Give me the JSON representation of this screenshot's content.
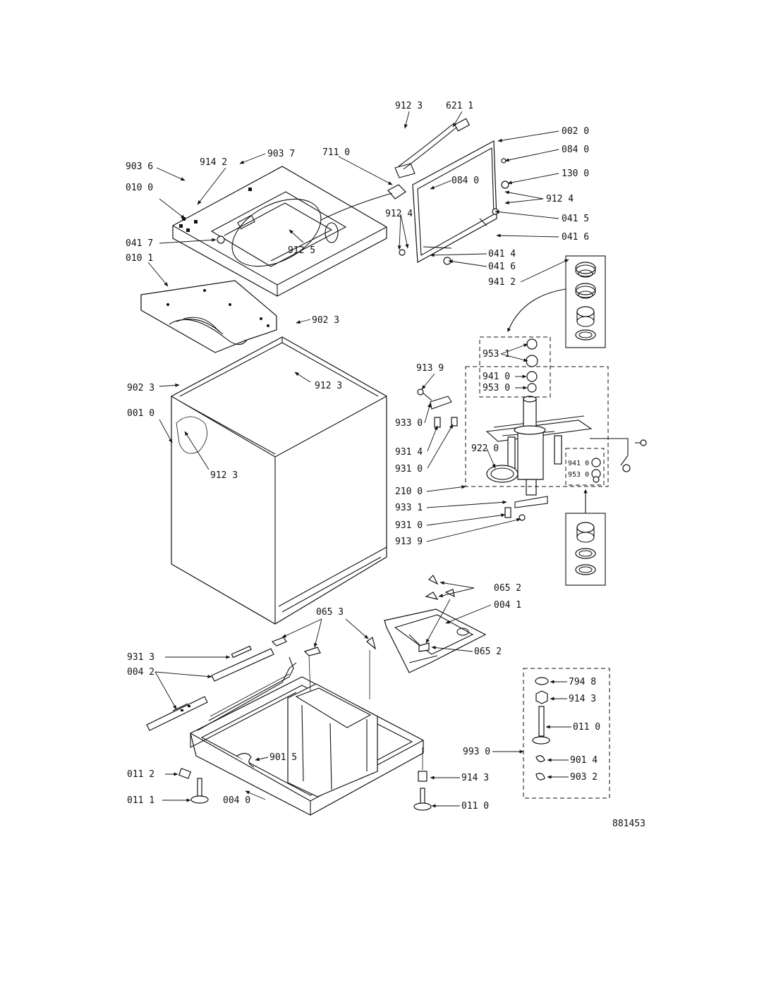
{
  "drawing_number": "881453",
  "labels": {
    "l_912_3a": "912 3",
    "l_621_1": "621 1",
    "l_002_0": "002 0",
    "l_084_0a": "084 0",
    "l_084_0b": "084 0",
    "l_130_0": "130 0",
    "l_912_4a": "912 4",
    "l_912_4b": "912 4",
    "l_041_5": "041 5",
    "l_041_6a": "041 6",
    "l_041_4": "041 4",
    "l_041_6b": "041 6",
    "l_711_0": "711 0",
    "l_903_7": "903 7",
    "l_914_2": "914 2",
    "l_903_6": "903 6",
    "l_010_0": "010 0",
    "l_041_7": "041 7",
    "l_912_5": "912 5",
    "l_010_1": "010 1",
    "l_941_2": "941 2",
    "l_902_3a": "902 3",
    "l_912_3b": "912 3",
    "l_902_3b": "902 3",
    "l_001_0": "001 0",
    "l_912_3c": "912 3",
    "l_953_1": "953 1",
    "l_941_0a": "941 0",
    "l_953_0a": "953 0",
    "l_913_9a": "913 9",
    "l_933_0": "933 0",
    "l_931_4": "931 4",
    "l_931_0a": "931 0",
    "l_922_0": "922 0",
    "l_941_0b": "941 0",
    "l_953_0b": "953 0",
    "l_210_0": "210 0",
    "l_933_1": "933 1",
    "l_931_0b": "931 0",
    "l_913_9b": "913 9",
    "l_065_2a": "065 2",
    "l_004_1": "004 1",
    "l_065_3": "065 3",
    "l_065_2b": "065 2",
    "l_931_3": "931 3",
    "l_004_2": "004 2",
    "l_794_8": "794 8",
    "l_914_3a": "914 3",
    "l_011_0a": "011 0",
    "l_993_0": "993 0",
    "l_901_4": "901 4",
    "l_903_2": "903 2",
    "l_901_5": "901 5",
    "l_011_2": "011 2",
    "l_914_3b": "914 3",
    "l_011_1": "011 1",
    "l_004_0": "004 0",
    "l_011_0b": "011 0"
  }
}
